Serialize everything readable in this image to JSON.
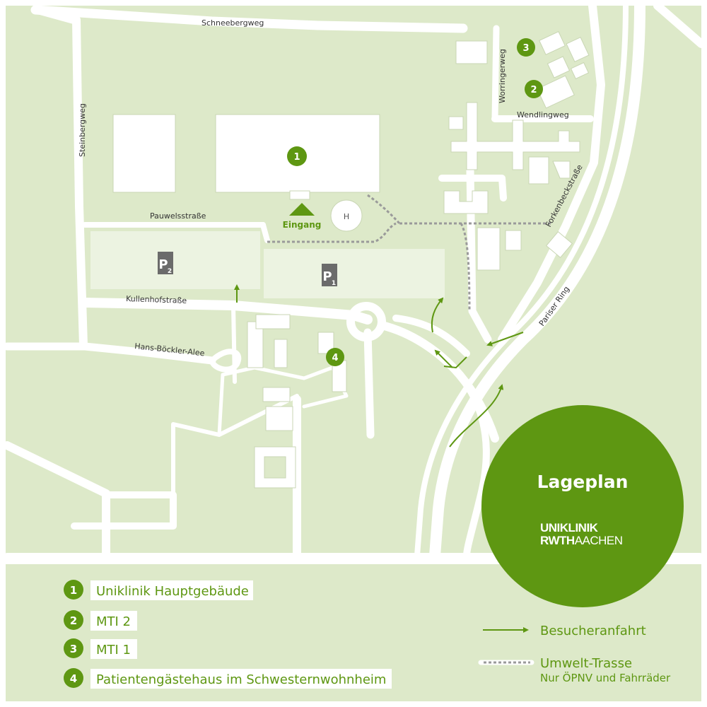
{
  "colors": {
    "background": "#dde9c9",
    "parking": "#ecf3e1",
    "building": "#ffffff",
    "road": "#ffffff",
    "accent": "#5e9712",
    "parking_sign": "#6b6b6b",
    "trasse": "#9a9a9a"
  },
  "streets": {
    "schneebergweg": "Schneebergweg",
    "steinbergweg": "Steinbergweg",
    "pauwelsstrasse": "Pauwelsstraße",
    "kullenhofstrasse": "Kullenhofstraße",
    "hans_boeckler": "Hans-Böckler-Alee",
    "worringerweg": "Worringerweg",
    "wendlingweg": "Wendlingweg",
    "forkenbeckstrasse": "Forkenbeckstraße",
    "pariser_ring": "Pariser Ring"
  },
  "markers": {
    "m1": "1",
    "m2": "2",
    "m3": "3",
    "m4": "4"
  },
  "entrance_label": "Eingang",
  "helipad_label": "H",
  "parking": {
    "p1": {
      "letter": "P",
      "sub": "1"
    },
    "p2": {
      "letter": "P",
      "sub": "2"
    }
  },
  "title_circle": {
    "title": "Lageplan",
    "logo_line1": "UNIKLINIK",
    "logo_line2_bold": "RWTH",
    "logo_line2_rest": "AACHEN"
  },
  "legend": {
    "items": [
      {
        "num": "1",
        "label": "Uniklinik Hauptgebäude"
      },
      {
        "num": "2",
        "label": "MTI 2"
      },
      {
        "num": "3",
        "label": "MTI 1"
      },
      {
        "num": "4",
        "label": "Patientengästehaus im Schwesternwohnheim"
      }
    ],
    "visitor_route": "Besucheranfahrt",
    "trasse": "Umwelt-Trasse",
    "trasse_sub": "Nur ÖPNV und Fahrräder"
  },
  "icons": [
    "arrow-icon",
    "parking-sign-icon",
    "entrance-triangle-icon",
    "helipad-icon"
  ]
}
